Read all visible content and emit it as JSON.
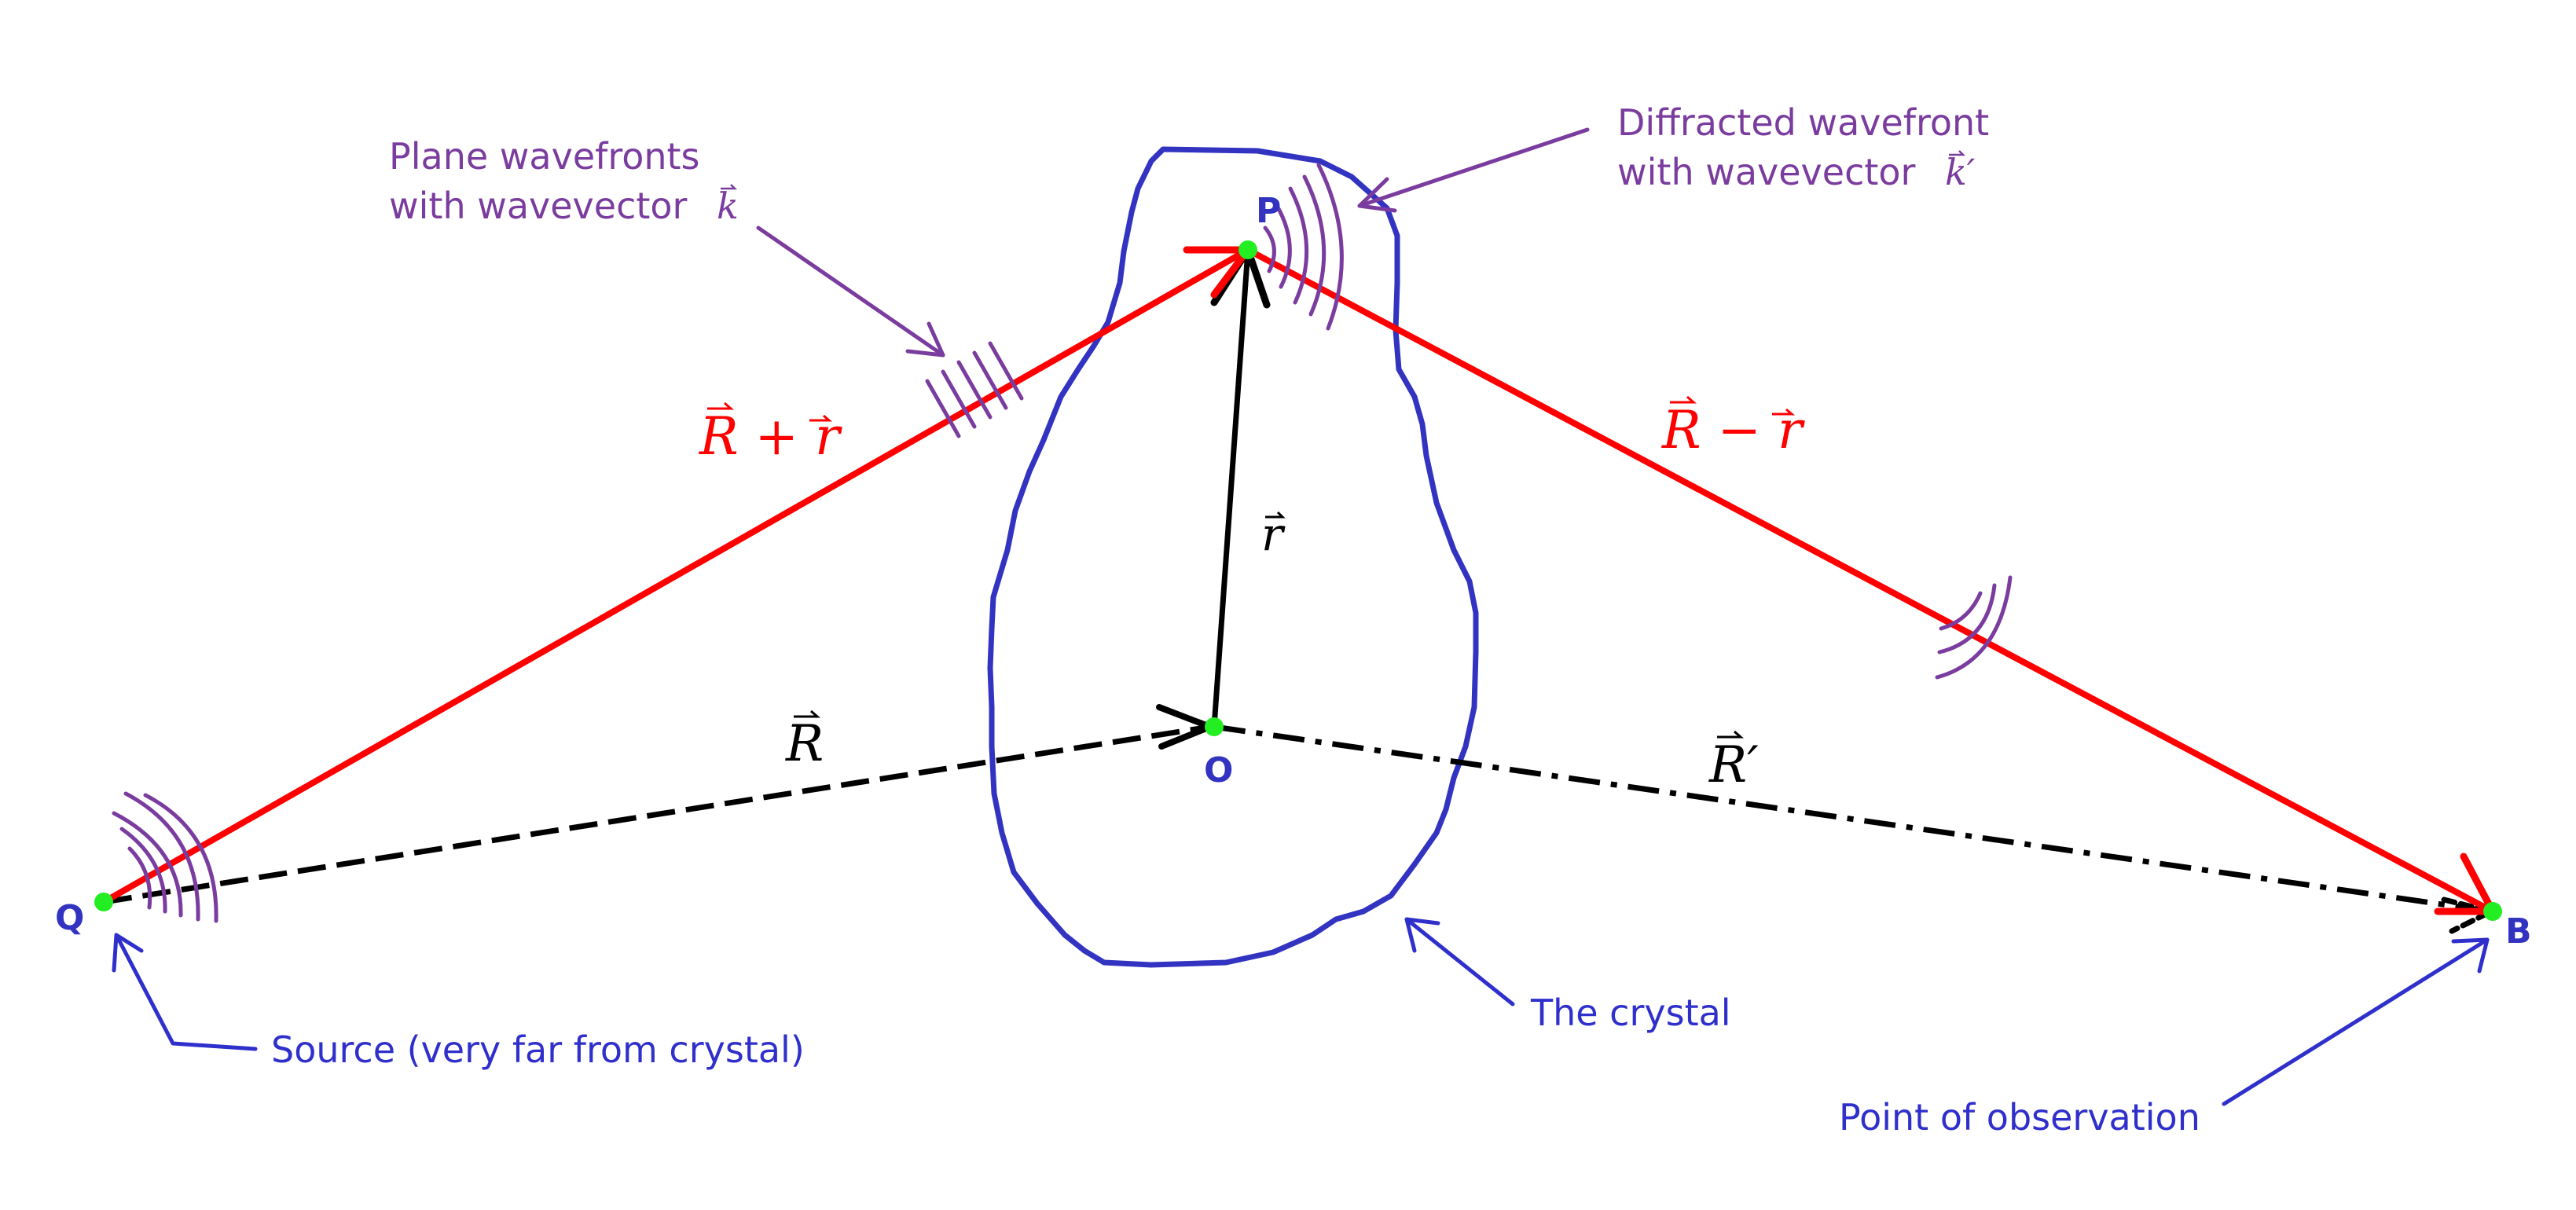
{
  "points": {
    "Q": "Q",
    "P": "P",
    "O": "O",
    "B": "B"
  },
  "vectors": {
    "R": "R",
    "R_plus_r": "R + r",
    "R_minus_r": "R − r",
    "r": "r",
    "R_prime": "R′"
  },
  "annotations": {
    "plane_wavefronts_line1": "Plane wavefronts",
    "plane_wavefronts_line2": "with wavevector",
    "plane_wavefronts_symbol": "k",
    "diffracted_line1": "Diffracted wavefront",
    "diffracted_line2": "with wavevector",
    "diffracted_symbol": "k′",
    "source": "Source (very far from crystal)",
    "crystal": "The crystal",
    "observation": "Point of observation"
  },
  "colors": {
    "ray": "#ff0000",
    "vector": "#000000",
    "crystal_outline": "#3333c2",
    "point": "#22ee22",
    "purple_annotation": "#7a3c9e",
    "blue_annotation": "#2f2fcc"
  }
}
